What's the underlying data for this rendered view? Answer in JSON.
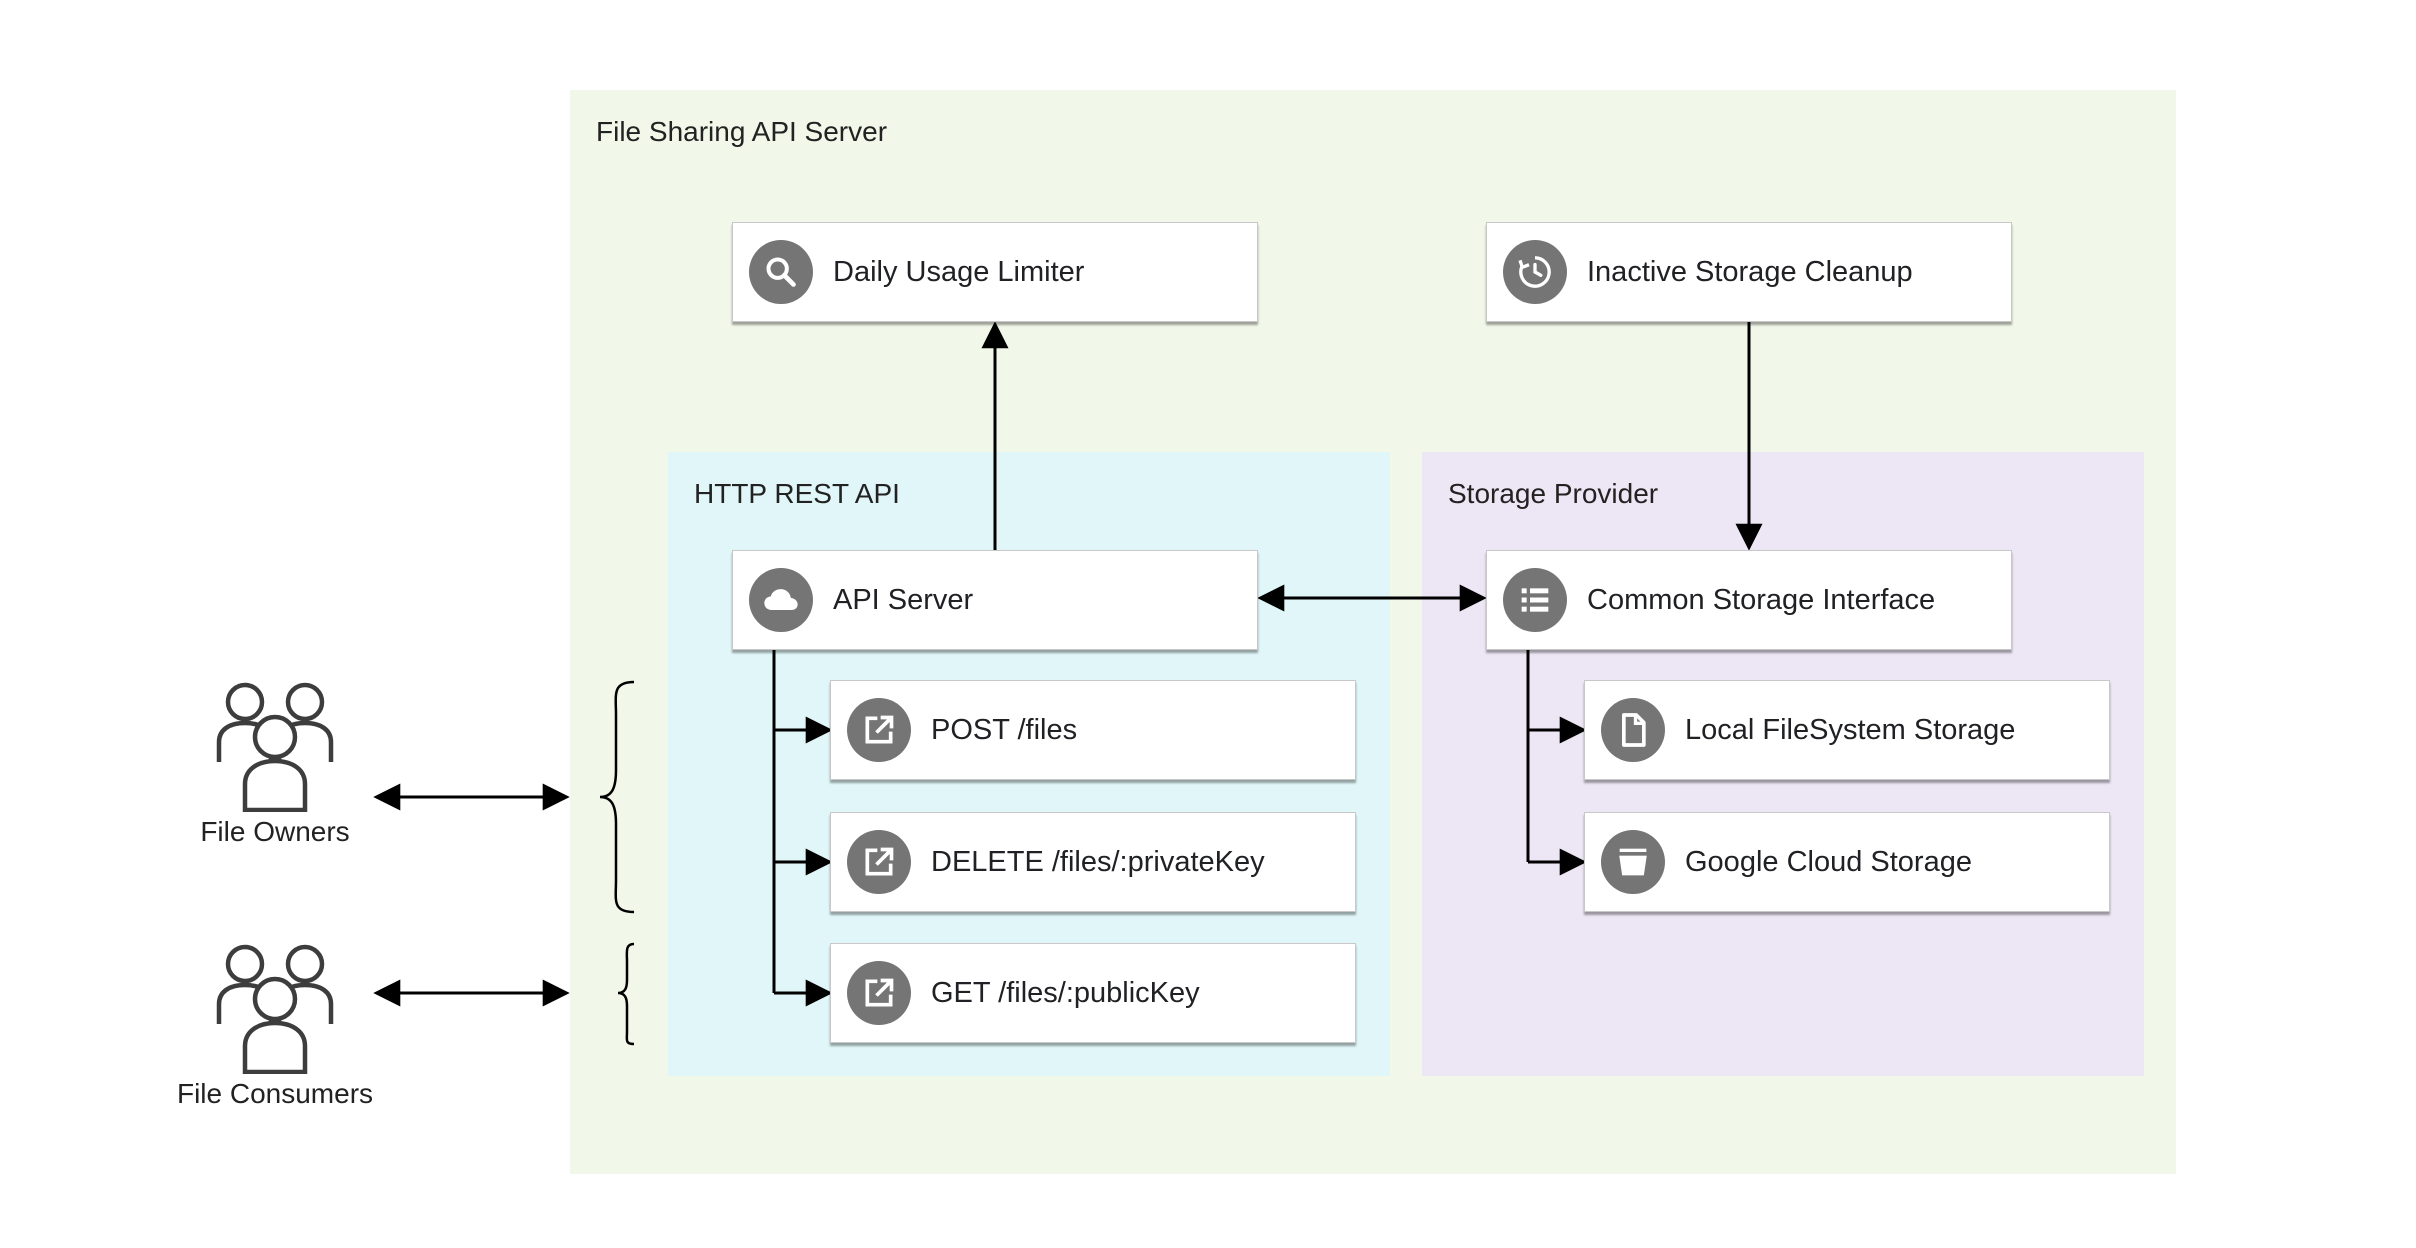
{
  "regions": {
    "outer": "File Sharing API Server",
    "rest": "HTTP REST API",
    "storage": "Storage Provider"
  },
  "nodes": {
    "limiter": {
      "label": "Daily Usage Limiter",
      "icon": "search-icon"
    },
    "cleanup": {
      "label": "Inactive Storage Cleanup",
      "icon": "history-icon"
    },
    "api_server": {
      "label": "API Server",
      "icon": "cloud-icon"
    },
    "post_files": {
      "label": "POST /files",
      "icon": "open-in-new-icon"
    },
    "delete_files": {
      "label": "DELETE /files/:privateKey",
      "icon": "open-in-new-icon"
    },
    "get_files": {
      "label": "GET /files/:publicKey",
      "icon": "open-in-new-icon"
    },
    "storage_interface": {
      "label": "Common Storage Interface",
      "icon": "list-icon"
    },
    "local_fs": {
      "label": "Local FileSystem Storage",
      "icon": "file-icon"
    },
    "gcs": {
      "label": "Google Cloud Storage",
      "icon": "bucket-icon"
    }
  },
  "actors": {
    "owners": {
      "label": "File Owners",
      "icon": "users-icon"
    },
    "consumers": {
      "label": "File Consumers",
      "icon": "users-icon"
    }
  },
  "colors": {
    "outer_bg": "#f1f7e9",
    "rest_bg": "#e0f6f8",
    "storage_bg": "#ede6f5",
    "icon_bg": "#757575"
  }
}
